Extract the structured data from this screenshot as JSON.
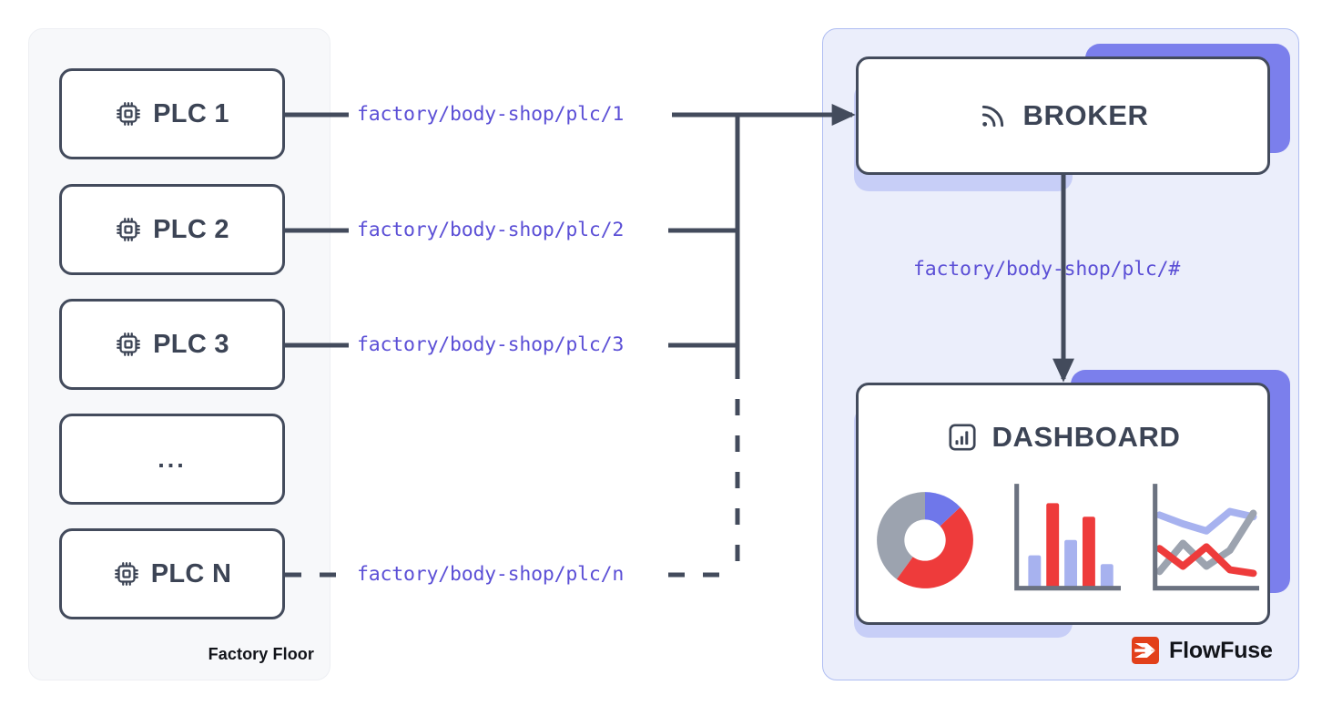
{
  "diagram": {
    "title": "MQTT PLC to Broker to Dashboard flow",
    "colors": {
      "ink": "#3C4455",
      "stroke": "#434B5C",
      "topic_purple": "#5B4FD6",
      "panel_left_bg": "#F7F8FA",
      "panel_right_bg": "#EBEEFB",
      "panel_right_border": "#AFBDF2",
      "shadow_purple": "#7B7FEC",
      "shadow_lilac": "#C7CEF7",
      "chart_red": "#EE3B3B",
      "chart_blue": "#A7B2EF",
      "chart_gray": "#9CA3AF",
      "chart_periwinkle": "#6F77EA",
      "brand_orange": "#E2401A"
    }
  },
  "left_panel": {
    "caption": "Factory Floor",
    "devices": [
      {
        "label": "PLC 1",
        "icon": "cpu-icon",
        "topic": "factory/body-shop/plc/1",
        "link": "solid"
      },
      {
        "label": "PLC 2",
        "icon": "cpu-icon",
        "topic": "factory/body-shop/plc/2",
        "link": "solid"
      },
      {
        "label": "PLC 3",
        "icon": "cpu-icon",
        "topic": "factory/body-shop/plc/3",
        "link": "solid"
      },
      {
        "label": "...",
        "icon": "none",
        "topic": "",
        "link": "none"
      },
      {
        "label": "PLC N",
        "icon": "cpu-icon",
        "topic": "factory/body-shop/plc/n",
        "link": "dashed"
      }
    ]
  },
  "right_panel": {
    "broker": {
      "label": "BROKER",
      "icon": "rss-broadcast-icon"
    },
    "subscribe_topic": "factory/body-shop/plc/#",
    "dashboard": {
      "label": "DASHBOARD",
      "icon": "bar-chart-box-icon"
    },
    "brand": {
      "name": "FlowFuse",
      "icon": "flowfuse-logo-icon"
    }
  },
  "chart_data": [
    {
      "type": "pie",
      "title": "",
      "labels": [
        "gray",
        "red",
        "blue"
      ],
      "values": [
        40,
        47,
        13
      ],
      "colors": [
        "#9CA3AF",
        "#EE3B3B",
        "#6F77EA"
      ],
      "donut_hole": 0.42,
      "legend": "none"
    },
    {
      "type": "bar",
      "title": "",
      "categories": [
        "1",
        "2",
        "3",
        "4",
        "5"
      ],
      "values": [
        34,
        88,
        50,
        74,
        25
      ],
      "colors": [
        "#A7B2EF",
        "#EE3B3B",
        "#A7B2EF",
        "#EE3B3B",
        "#A7B2EF"
      ],
      "ylim": [
        0,
        100
      ],
      "grid": false,
      "xlabel": "",
      "ylabel": ""
    },
    {
      "type": "line",
      "title": "",
      "x": [
        0,
        1,
        2,
        3,
        4
      ],
      "series": [
        {
          "name": "blue",
          "values": [
            76,
            66,
            58,
            80,
            74
          ],
          "color": "#A7B2EF"
        },
        {
          "name": "gray",
          "values": [
            12,
            44,
            18,
            36,
            78
          ],
          "color": "#9CA3AF"
        },
        {
          "name": "red",
          "values": [
            38,
            18,
            40,
            14,
            10
          ],
          "color": "#EE3B3B"
        }
      ],
      "ylim": [
        0,
        100
      ],
      "grid": false,
      "legend": "none",
      "xlabel": "",
      "ylabel": ""
    }
  ]
}
